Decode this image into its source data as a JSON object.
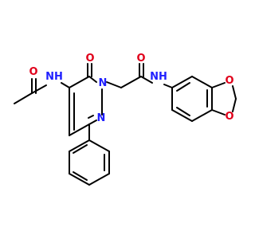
{
  "molecule": {
    "atom_labels": {
      "nh_acetamide": "NH",
      "o_acetyl": "O",
      "o_ring": "O",
      "n1_ring": "N",
      "n2_ring": "N",
      "o_amide": "O",
      "nh_amide": "NH",
      "o_dioxole_top": "O",
      "o_dioxole_bottom": "O"
    },
    "colors": {
      "bond": "#000000",
      "oxygen": "#e0001a",
      "nitrogen": "#2020ff",
      "background": "#ffffff"
    }
  }
}
